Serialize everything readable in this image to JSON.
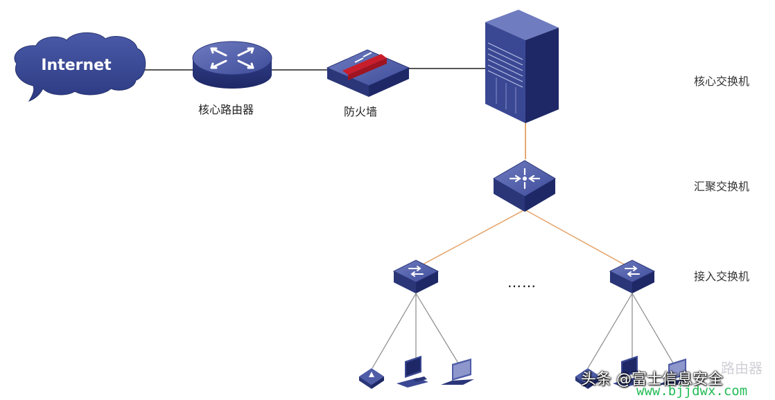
{
  "cloud_label": "Internet",
  "devices": {
    "core_router": "核心路由器",
    "firewall": "防火墙"
  },
  "tiers": {
    "core": "核心交换机",
    "aggregation": "汇聚交换机",
    "access": "接入交换机"
  },
  "ellipsis": "……",
  "watermark": {
    "author": "头条 @富士信息安全",
    "site": "www.bjjdwx.com",
    "overlay": "路由器"
  },
  "colors": {
    "device_dark": "#2f3d86",
    "device_mid": "#4e5ca8",
    "device_light": "#8d97cc",
    "cloud": "#3a4a96",
    "uplink_line": "#e6a870",
    "lan_line": "#888888",
    "firewall_wall": "#c81e2b",
    "site_watermark": "#22bb55"
  }
}
